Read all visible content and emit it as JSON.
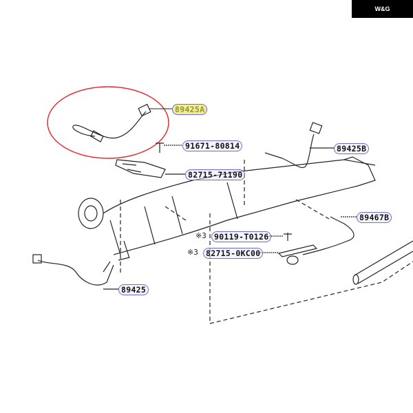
{
  "logo": {
    "text": "W&G"
  },
  "labels": {
    "p89425A": "89425A",
    "p91671": "91671-80814",
    "p82715_71190": "82715-71190",
    "p89425B": "89425B",
    "p89467B": "89467B",
    "p90119": "90119-T0126",
    "p82715_0KC00": "82715-0KC00",
    "p89425": "89425"
  },
  "notes": {
    "mark3a": "※3",
    "mark3b": "※3"
  },
  "colors": {
    "highlight_circle": "#e03030",
    "label_border": "#6b6bd6",
    "highlight_fill": "#f1ee9a"
  }
}
